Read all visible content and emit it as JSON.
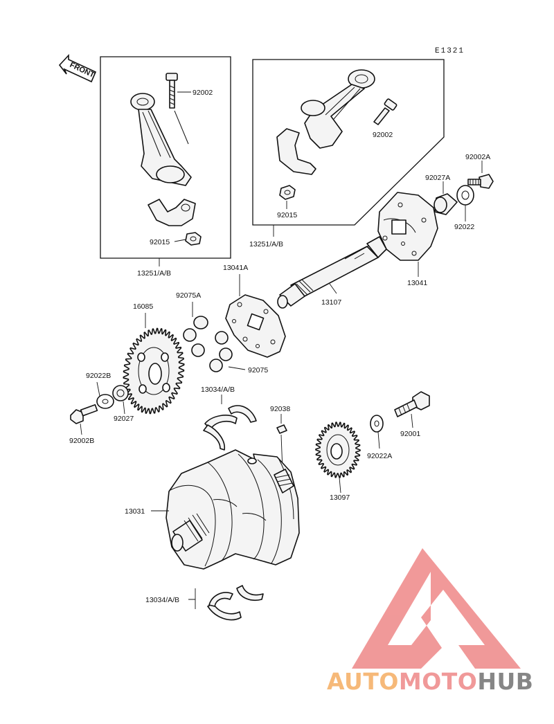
{
  "diagram": {
    "code": "E1321",
    "front_label": "FRONT",
    "parts": {
      "p92002_a": "92002",
      "p92002_b": "92002",
      "p92015_a": "92015",
      "p92015_b": "92015",
      "p13251_a": "13251/A/B",
      "p13251_b": "13251/A/B",
      "p92002A": "92002A",
      "p92027A": "92027A",
      "p92022": "92022",
      "p13041": "13041",
      "p13041A": "13041A",
      "p13107": "13107",
      "p92075A": "92075A",
      "p16085": "16085",
      "p92075": "92075",
      "p92022B": "92022B",
      "p92027": "92027",
      "p92002B": "92002B",
      "p13034_top": "13034/A/B",
      "p92038": "92038",
      "p92001": "92001",
      "p92022A": "92022A",
      "p13097": "13097",
      "p13031": "13031",
      "p13034_bottom": "13034/A/B"
    }
  },
  "watermark": {
    "part1": "AUTO",
    "part2": "MOTO",
    "part3": "HUB",
    "color1": "#f6b26b",
    "color2": "#ef8e8e",
    "color3": "#7a7a7a"
  }
}
